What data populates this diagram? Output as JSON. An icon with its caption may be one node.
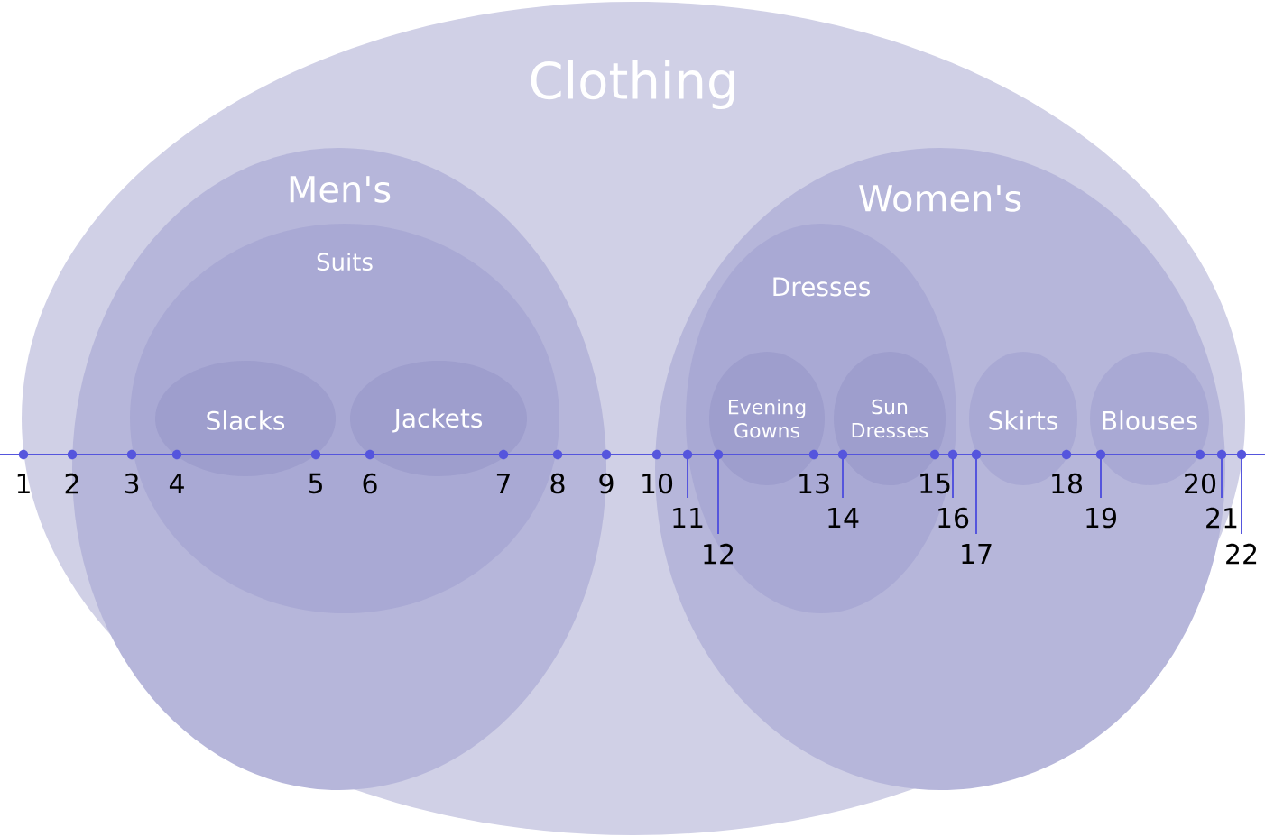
{
  "diagram": {
    "nodes": [
      {
        "text": [
          "Clothing"
        ]
      },
      {
        "text": [
          "Men's"
        ],
        "in": 0
      },
      {
        "text": [
          "Suits"
        ],
        "in": 1
      },
      {
        "text": [
          "Slacks"
        ],
        "in": 2
      },
      {
        "text": [
          "Jackets"
        ],
        "in": 2
      },
      {
        "text": [
          "Women's"
        ],
        "in": 0
      },
      {
        "text": [
          "Dresses"
        ],
        "in": 5
      },
      {
        "text": [
          "Evening Gowns"
        ],
        "in": 6
      },
      {
        "text": [
          "Sun Dresses"
        ],
        "in": 6
      },
      {
        "text": [
          "Skirts"
        ],
        "in": 5
      },
      {
        "text": [
          "Blouses"
        ],
        "in": 5
      }
    ],
    "labels": [
      "1",
      "2",
      "3",
      "4",
      "5",
      "6",
      "7",
      "8",
      "9",
      "10",
      "11",
      "12",
      "13",
      "14",
      "15",
      "16",
      "17",
      "18",
      "19",
      "20",
      "21",
      "22"
    ]
  }
}
